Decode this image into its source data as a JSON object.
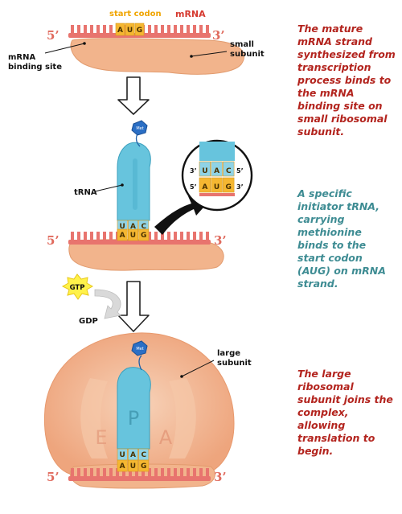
{
  "labels": {
    "start_codon": "start codon",
    "mrna": "mRNA",
    "five_prime": "5’",
    "three_prime": "3’",
    "mrna_binding_site": [
      "mRNA",
      "binding site"
    ],
    "small_subunit": [
      "small",
      "subunit"
    ],
    "trna": "tRNA",
    "met": "Met",
    "gtp": "GTP",
    "gdp": "GDP",
    "large_subunit": [
      "large",
      "subunit"
    ],
    "site_e": "E",
    "site_p": "P",
    "site_a": "A",
    "zoom_3_top": "3’",
    "zoom_5_top": "5’",
    "zoom_5_bottom": "5’",
    "zoom_3_bottom": "3’"
  },
  "codon": [
    "A",
    "U",
    "G"
  ],
  "anticodon": [
    "U",
    "A",
    "C"
  ],
  "descriptions": [
    "The mature mRNA strand synthesized from transcription process binds to the mRNA binding site on small ribosomal subunit.",
    "A specific initiator tRNA, carrying methionine binds to the start codon (AUG) on mRNA strand.",
    "The large ribosomal subunit joins the complex, allowing translation to begin."
  ],
  "colors": {
    "mrna": "#e8746e",
    "subunit": "#f2b48c",
    "trna": "#67c4dd",
    "codon": "#f5b731",
    "start_codon_label": "#f0a500",
    "mrna_label": "#d63a30",
    "desc_red": "#b3241e",
    "desc_teal": "#3e8c93",
    "gtp": "#fff24a"
  }
}
